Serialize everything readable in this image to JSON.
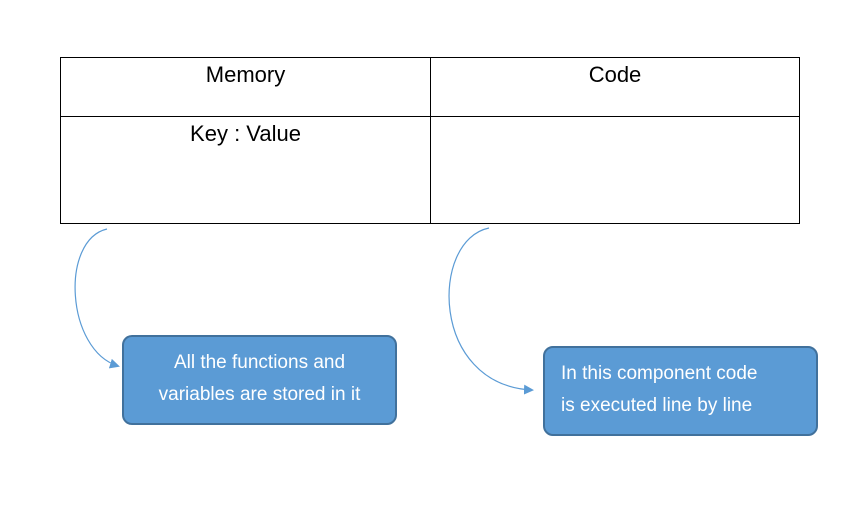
{
  "table": {
    "headers": [
      "Memory",
      "Code"
    ],
    "memory_cell": "Key : Value",
    "code_cell": ""
  },
  "callouts": [
    {
      "lines": [
        "All the functions and",
        "variables are stored in it"
      ]
    },
    {
      "lines": [
        "In this component code",
        "is executed line by line"
      ]
    }
  ],
  "colors": {
    "callout_fill": "#5b9bd5",
    "callout_border": "#41719c",
    "connector": "#5b9bd5",
    "table_border": "#000000"
  }
}
